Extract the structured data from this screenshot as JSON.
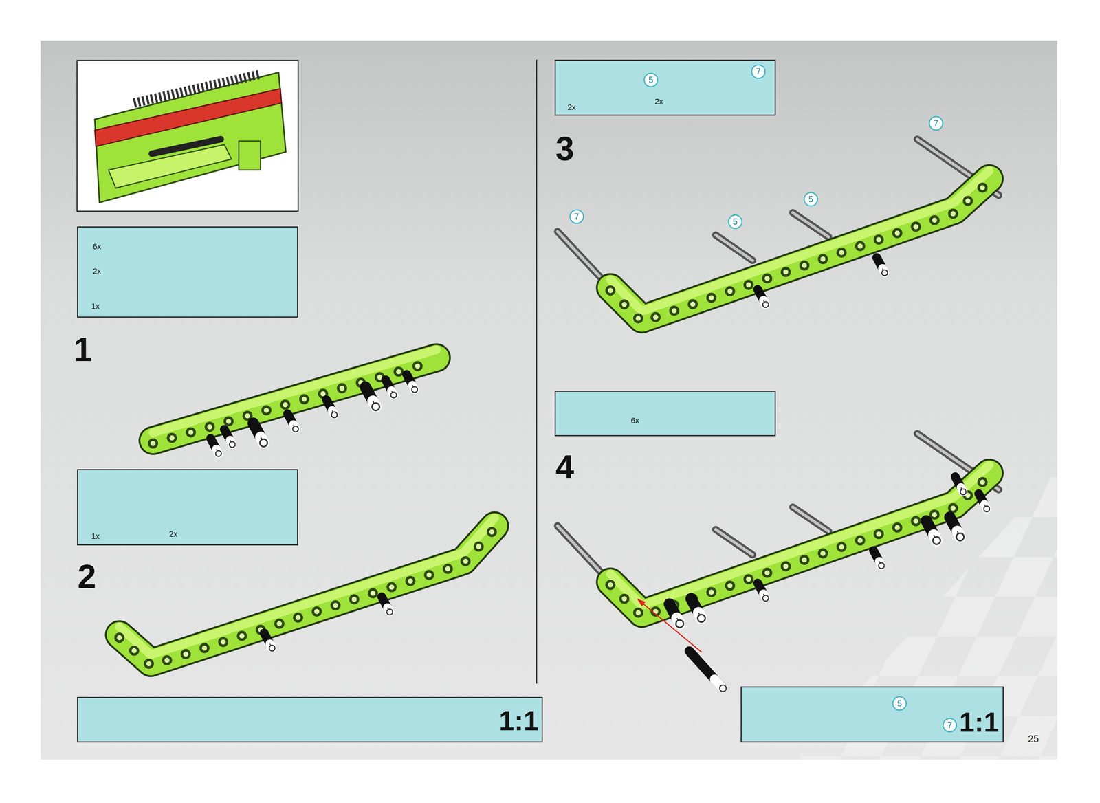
{
  "diagram": {
    "nodes": [
      {
        "text": [
          "6x",
          "2x",
          "1x"
        ]
      },
      {
        "text": [
          "1x",
          "2x"
        ]
      },
      {
        "text": [
          "1:1"
        ]
      },
      {
        "text": [
          "2x",
          "5",
          "2x",
          "7"
        ]
      },
      {
        "text": [
          "6x"
        ]
      },
      {
        "text": [
          "5",
          "7",
          "1:1"
        ]
      }
    ],
    "labels": [
      "1",
      "2",
      "3",
      "7",
      "5",
      "5",
      "7",
      "4",
      "25"
    ]
  }
}
